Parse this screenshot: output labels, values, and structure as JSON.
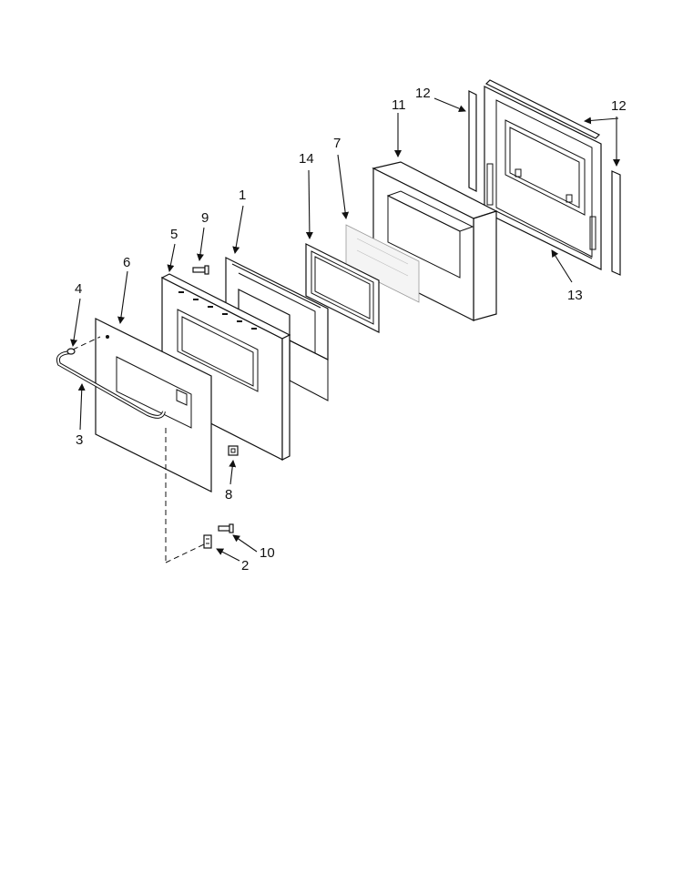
{
  "labels": {
    "p1": "1",
    "p2": "2",
    "p3": "3",
    "p4": "4",
    "p5": "5",
    "p6": "6",
    "p7": "7",
    "p8": "8",
    "p9": "9",
    "p10": "10",
    "p11": "11",
    "p12a": "12",
    "p12b": "12",
    "p13": "13",
    "p14": "14"
  }
}
